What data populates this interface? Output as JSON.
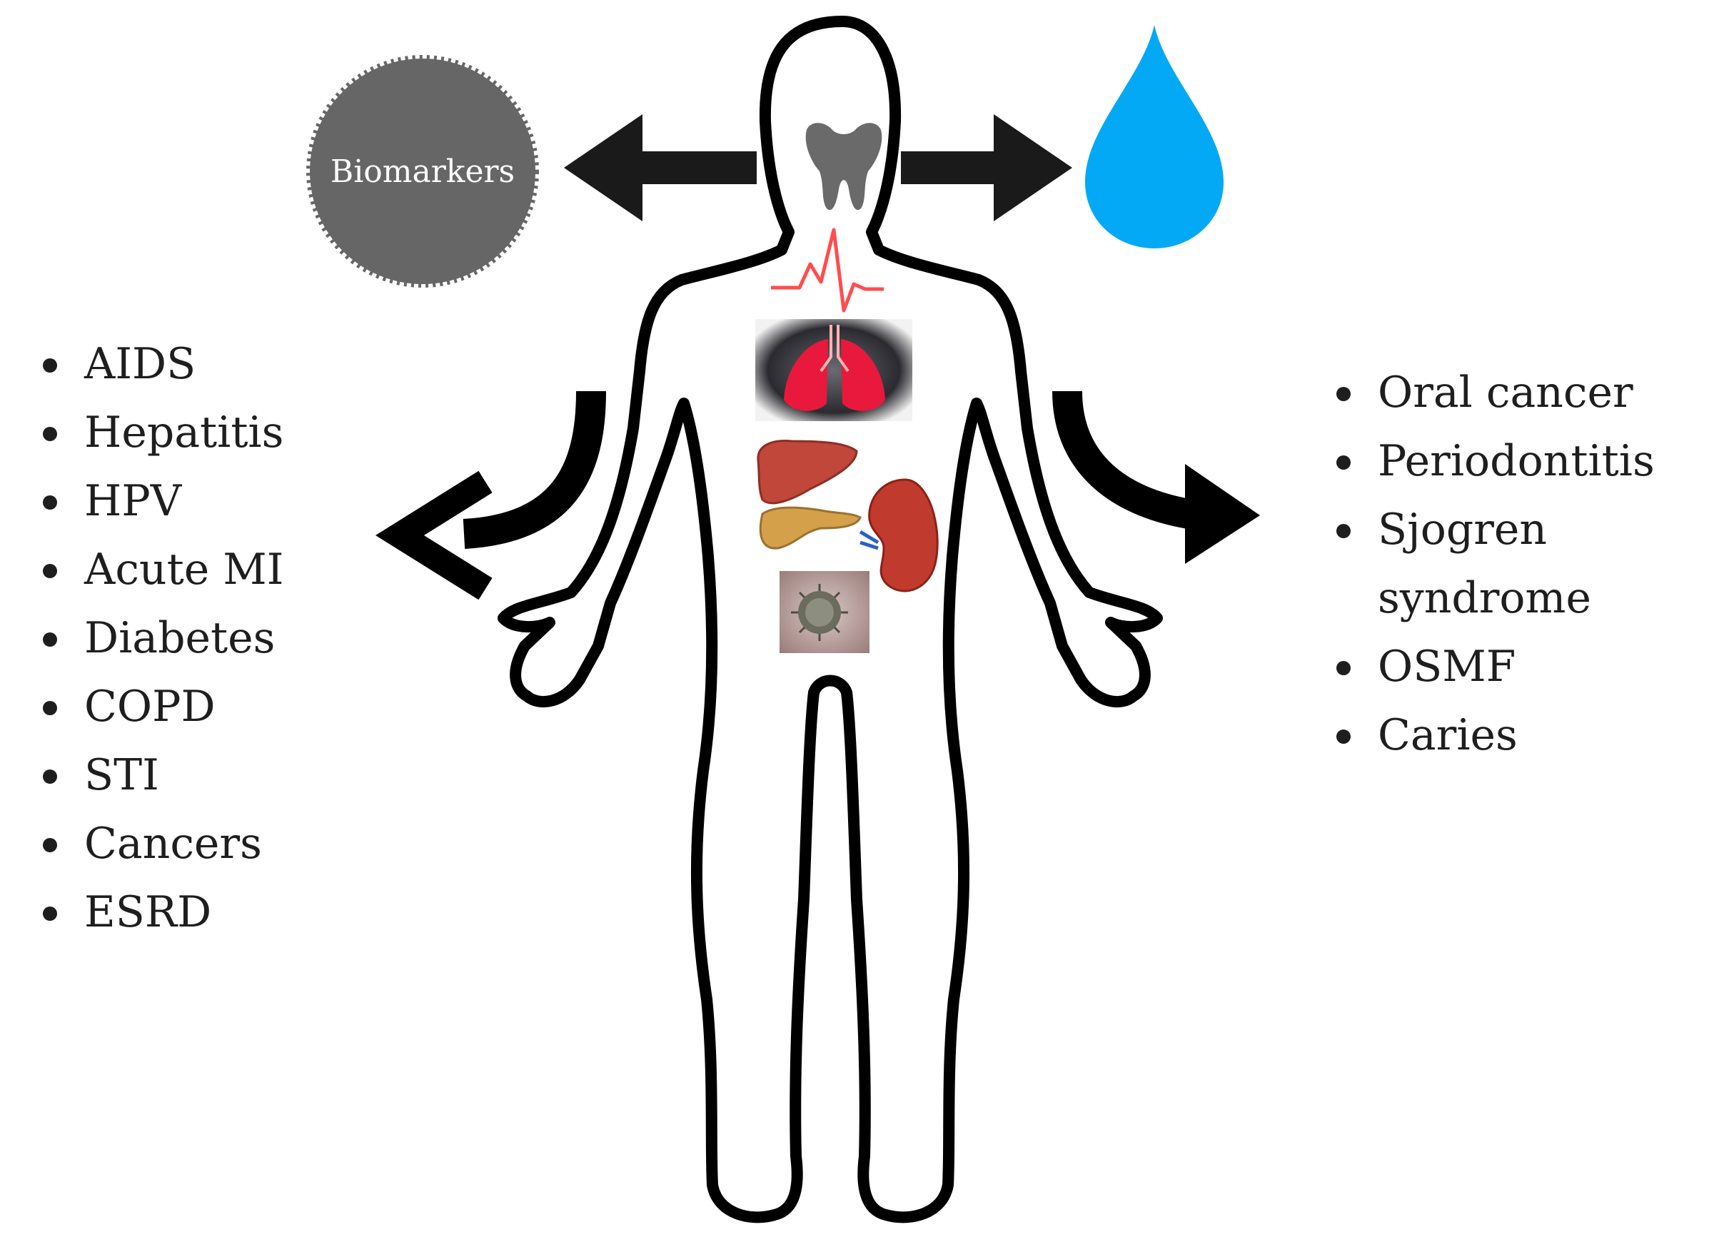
{
  "badge": {
    "label": "Biomarkers",
    "color": "#666666"
  },
  "drop_color": "#03a9f4",
  "heartbeat_color": "#ff4d4d",
  "left_list": {
    "items": [
      "AIDS",
      "Hepatitis",
      "HPV",
      "Acute MI",
      "Diabetes",
      "COPD",
      "STI",
      "Cancers",
      "ESRD"
    ]
  },
  "right_list": {
    "items": [
      "Oral cancer",
      "Periodontitis",
      "Sjogren syndrome",
      "OSMF",
      "Caries"
    ]
  },
  "icons": [
    "tooth-icon",
    "heartbeat-icon",
    "lungs-icon",
    "liver-icon",
    "pancreas-icon",
    "kidney-icon",
    "virus-icon",
    "water-drop-icon"
  ]
}
